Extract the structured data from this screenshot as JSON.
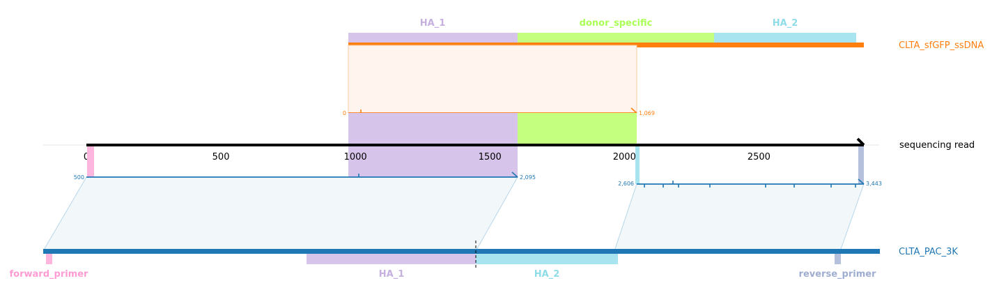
{
  "colors": {
    "donor": "#ff7f0e",
    "read": "#000000",
    "target": "#1f77b4",
    "ha1": "#d6c4ea",
    "ha1_text": "#c5b0e0",
    "donor_specific": "#c5ff7f",
    "donor_specific_text": "#aaff55",
    "ha2": "#a8e4ef",
    "ha2_text": "#8fdce9",
    "forward_primer": "#ffb6de",
    "forward_primer_text": "#ff9bd2",
    "reverse_primer": "#b5c0dc",
    "reverse_primer_text": "#9fadd0"
  },
  "tracks": {
    "donor": "CLTA_sfGFP_ssDNA",
    "read": "sequencing read",
    "target": "CLTA_PAC_3K"
  },
  "donor_features": [
    {
      "id": "ha1",
      "label": "HA_1",
      "start": 0,
      "end": 625
    },
    {
      "id": "donor_specific",
      "label": "donor_specific",
      "start": 625,
      "end": 1350
    },
    {
      "id": "ha2",
      "label": "HA_2",
      "start": 1350,
      "end": 1875
    }
  ],
  "target_features": [
    {
      "id": "forward_primer",
      "label": "forward_primer"
    },
    {
      "id": "ha1",
      "label": "HA_1"
    },
    {
      "id": "ha2",
      "label": "HA_2"
    },
    {
      "id": "reverse_primer",
      "label": "reverse_primer"
    }
  ],
  "read_axis": {
    "ticks": [
      0,
      500,
      1000,
      1500,
      2000,
      2500
    ],
    "length": 2890
  },
  "alignments": {
    "donor": {
      "read_start": 965,
      "read_end": 2035,
      "ref_start": "0",
      "ref_end": "1,069",
      "strand": "+"
    },
    "target_left": {
      "read_start": 0,
      "read_end": 1600,
      "ref_start": "500",
      "ref_end": "2,095",
      "strand": "+"
    },
    "target_right": {
      "read_start": 2035,
      "read_end": 2890,
      "ref_start": "2,606",
      "ref_end": "3,443",
      "strand": "+"
    }
  }
}
